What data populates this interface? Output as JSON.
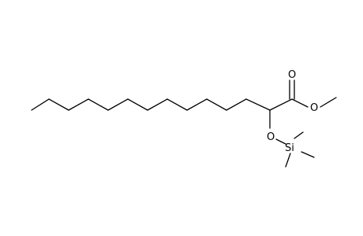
{
  "molecule": {
    "atoms": {
      "carbonyl_o": "O",
      "ester_o": "O",
      "ether_o": "O",
      "silicon": "Si"
    },
    "colors": {
      "bond": "#000000",
      "background": "#ffffff"
    }
  }
}
